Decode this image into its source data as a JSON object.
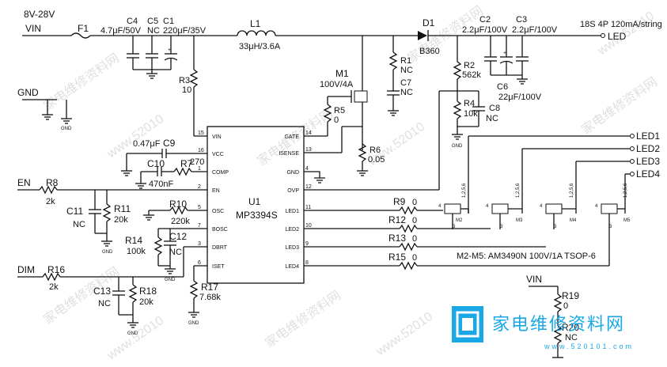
{
  "input": {
    "range": "8V-28V",
    "vin": "VIN",
    "fuse": "F1",
    "gnd_label": "GND",
    "gnd_small": "GND"
  },
  "caps_in": {
    "c4": "C4",
    "c5": "C5",
    "c1": "C1",
    "c4_val": "4.7μF/50V",
    "c5_val": "NC",
    "c1_val": "220μF/35V"
  },
  "inductor": {
    "ref": "L1",
    "val": "33μH/3.6A"
  },
  "diode": {
    "ref": "D1",
    "val": "B360"
  },
  "caps_out": {
    "c2": "C2",
    "c3": "C3",
    "c2_val": "2.2μF/100V",
    "c3_val": "2.2μF/100V",
    "c6": "C6",
    "c6_val": "22μF/100V"
  },
  "output": {
    "desc": "18S  4P  120mA/string",
    "led": "LED"
  },
  "mosfet": {
    "ref": "M1",
    "val": "100V/4A"
  },
  "resistors": {
    "r1": "R1",
    "r1_val": "NC",
    "c7": "C7",
    "c7_val": "NC",
    "r2": "R2",
    "r2_val": "562k",
    "r4": "R4",
    "r4_val": "10k",
    "c8": "C8",
    "c8_val": "NC",
    "r3": "R3",
    "r3_val": "10",
    "r5": "R5",
    "r5_val": "0",
    "r6": "R6",
    "r6_val": "0.05",
    "r7": "R7",
    "r7_val": "270",
    "c9": "C9",
    "c9_val": "0.47μF",
    "c10": "C10",
    "c10_val": "470nF",
    "r8": "R8",
    "r8_val": "2k",
    "c11": "C11",
    "c11_val": "NC",
    "r11": "R11",
    "r11_val": "20k",
    "r10": "R10",
    "r10_val": "220k",
    "r14": "R14",
    "r14_val": "100k",
    "c12": "C12",
    "c12_val": "NC",
    "r16": "R16",
    "r16_val": "2k",
    "c13": "C13",
    "c13_val": "NC",
    "r18": "R18",
    "r18_val": "20k",
    "r17": "R17",
    "r17_val": "7.68k",
    "r9": "R9",
    "r9_val": "0",
    "r12": "R12",
    "r12_val": "0",
    "r13": "R13",
    "r13_val": "0",
    "r15": "R15",
    "r15_val": "0",
    "r19": "R19",
    "r19_val": "0",
    "r20": "R20",
    "r20_val": "NC"
  },
  "ic": {
    "ref": "U1",
    "part": "MP3394S",
    "left_pins": [
      {
        "num": "15",
        "name": "VIN"
      },
      {
        "num": "16",
        "name": "VCC"
      },
      {
        "num": "1",
        "name": "COMP"
      },
      {
        "num": "2",
        "name": "EN"
      },
      {
        "num": "5",
        "name": "OSC"
      },
      {
        "num": "7",
        "name": "BOSC"
      },
      {
        "num": "3",
        "name": "DBRT"
      },
      {
        "num": "6",
        "name": "ISET"
      }
    ],
    "right_pins": [
      {
        "num": "14",
        "name": "GATE"
      },
      {
        "num": "13",
        "name": "ISENSE"
      },
      {
        "num": "4",
        "name": "GND"
      },
      {
        "num": "12",
        "name": "OVP"
      },
      {
        "num": "11",
        "name": "LED1"
      },
      {
        "num": "10",
        "name": "LED2"
      },
      {
        "num": "9",
        "name": "LED3"
      },
      {
        "num": "8",
        "name": "LED4"
      }
    ]
  },
  "signals": {
    "en": "EN",
    "dim": "DIM",
    "vin2": "VIN"
  },
  "leds": [
    "LED1",
    "LED2",
    "LED3",
    "LED4"
  ],
  "mosfets": {
    "m2": "M2",
    "m3": "M3",
    "m4": "M4",
    "m5": "M5",
    "pins_gate": "4",
    "pins_drain": "1,2,5,6",
    "pins_src": "3",
    "note": "M2-M5:  AM3490N  100V/1A      TSOP-6"
  },
  "watermark": {
    "text1": "家电维修资料网",
    "url": "www.52010"
  },
  "brand": {
    "name": "家电维修资料网",
    "url": "www.520101.com"
  }
}
